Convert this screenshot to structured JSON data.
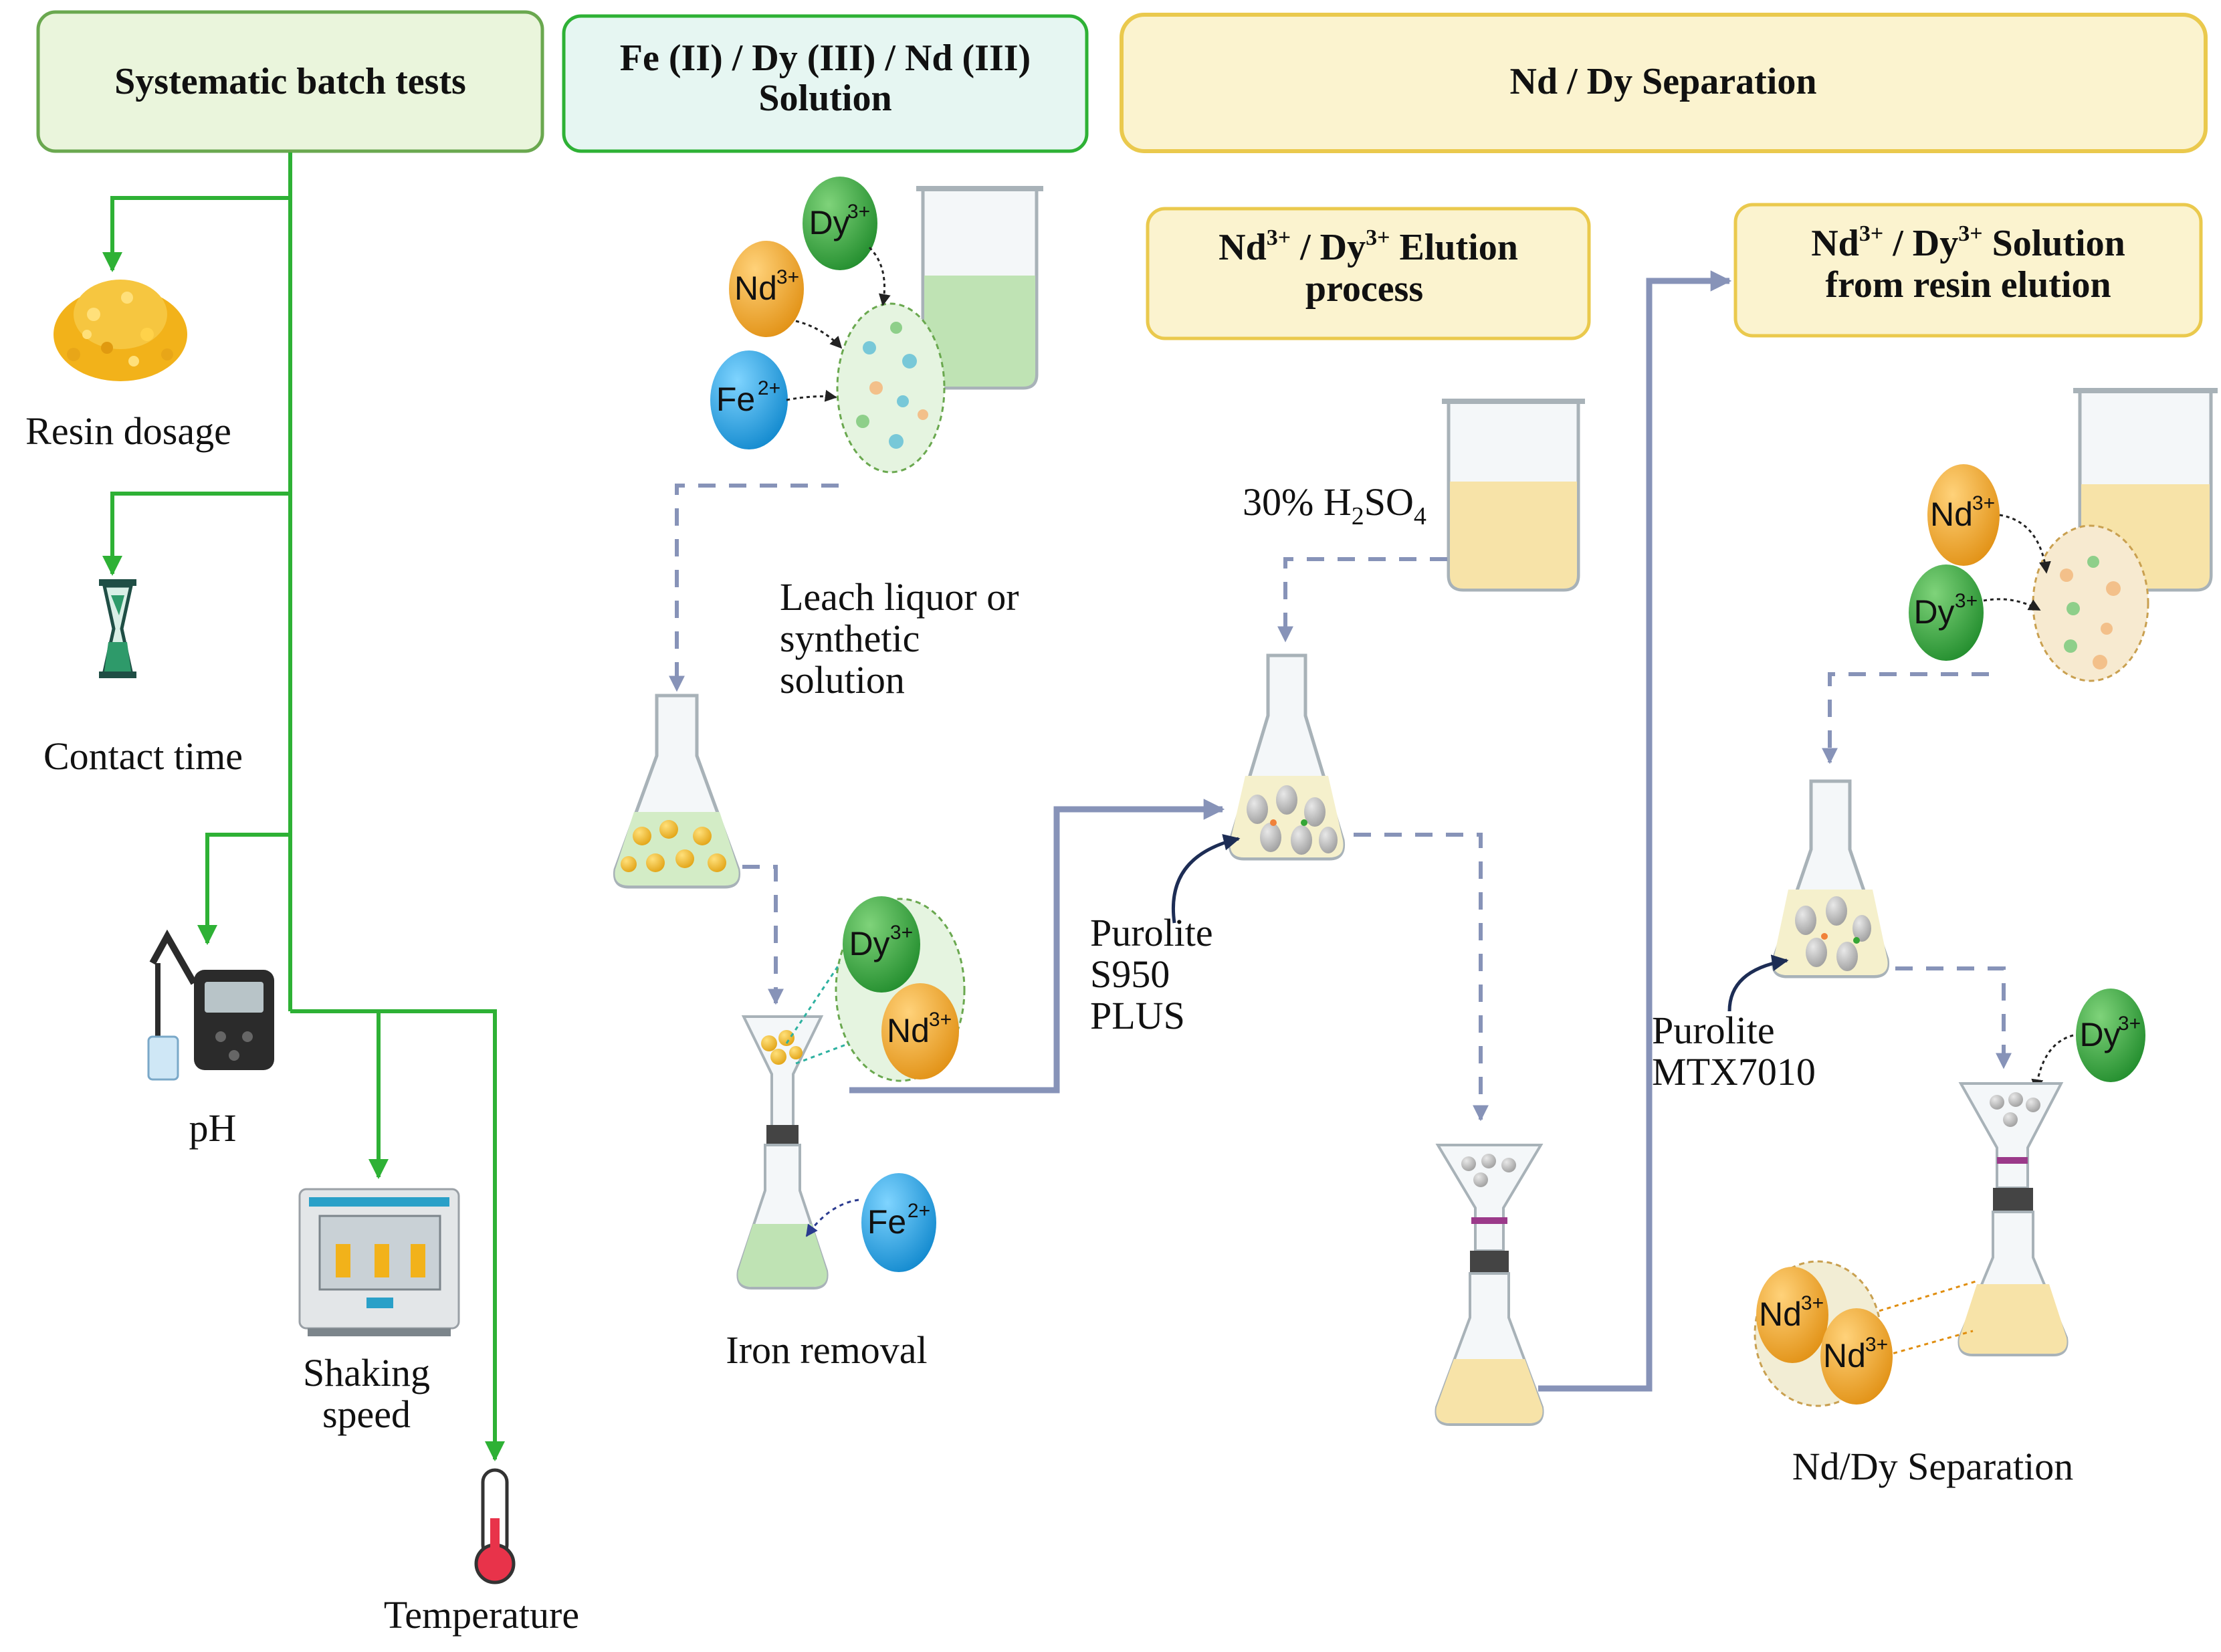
{
  "headers": {
    "batch": "Systematic batch tests",
    "solution_line1": "Fe (II) / Dy (III) / Nd (III)",
    "solution_line2": "Solution",
    "separation": "Nd / Dy Separation",
    "elution_line1_a": "Nd",
    "elution_line1_b": "3+",
    "elution_line1_c": " / Dy",
    "elution_line1_d": "3+",
    "elution_line1_e": " Elution",
    "elution_line2": "process",
    "resin_sol_line1_a": "Nd",
    "resin_sol_line1_b": "3+",
    "resin_sol_line1_c": " / Dy",
    "resin_sol_line1_d": "3+",
    "resin_sol_line1_e": " Solution",
    "resin_sol_line2": "from resin elution"
  },
  "batch_params": {
    "resin_dosage": "Resin dosage",
    "contact_time": "Contact time",
    "ph": "pH",
    "shaking_line1": "Shaking",
    "shaking_line2": "speed",
    "temperature": "Temperature"
  },
  "labels": {
    "leach_line1": "Leach liquor or",
    "leach_line2": "synthetic",
    "leach_line3": "solution",
    "iron_removal": "Iron removal",
    "h2so4_a": "30% H",
    "h2so4_b": "2",
    "h2so4_c": "SO",
    "h2so4_d": "4",
    "purolite_s950_line1": "Purolite",
    "purolite_s950_line2": "S950",
    "purolite_s950_line3": "PLUS",
    "purolite_mtx_line1": "Purolite",
    "purolite_mtx_line2": "MTX7010",
    "nd_dy_separation": "Nd/Dy Separation"
  },
  "ions": {
    "dy": "Dy",
    "nd": "Nd",
    "fe": "Fe",
    "dy_charge": "3+",
    "nd_charge": "3+",
    "fe_charge": "2+"
  },
  "colors": {
    "green_line": "#2eb135",
    "blue_line": "#8793b8",
    "hdr_green_fill": "#eaf5dc",
    "hdr_green_stroke": "#6aa84f",
    "hdr_teal_fill": "#e6f6f2",
    "hdr_teal_stroke": "#2eb135",
    "hdr_yellow_fill": "#fbf3cf",
    "hdr_yellow_stroke": "#eac94d",
    "dy_green": "#35a635",
    "nd_orange": "#f4b03c",
    "fe_blue": "#2ba6e3"
  }
}
